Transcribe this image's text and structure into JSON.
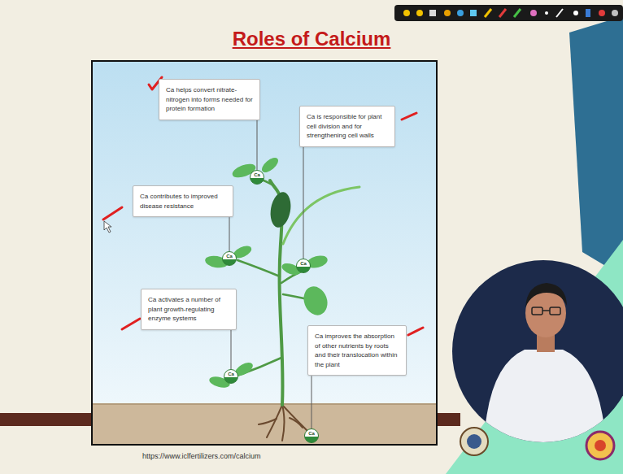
{
  "diagram": {
    "title": "Roles of Calcium",
    "nodes": [
      {
        "text": [
          "Ca helps convert nitrate-nitrogen into forms needed for protein formation"
        ]
      },
      {
        "text": [
          "Ca is responsible for plant cell division and for strengthening cell walls"
        ]
      },
      {
        "text": [
          "Ca"
        ]
      },
      {
        "text": [
          "Ca contributes to improved disease resistance"
        ]
      },
      {
        "text": [
          "Ca"
        ]
      },
      {
        "text": [
          "Ca"
        ]
      },
      {
        "text": [
          "Ca activates a number of plant growth-regulating enzyme systems"
        ]
      },
      {
        "text": [
          "Ca improves the absorption of other nutrients by roots and their translocation within the plant"
        ]
      },
      {
        "text": [
          "Ca"
        ]
      },
      {
        "text": [
          "Ca"
        ]
      }
    ],
    "edges": [
      {
        "from": 0,
        "to": 2,
        "arrow": "none"
      },
      {
        "from": 1,
        "to": 5,
        "arrow": "none"
      },
      {
        "from": 3,
        "to": 4,
        "arrow": "none"
      },
      {
        "from": 6,
        "to": 8,
        "arrow": "none"
      },
      {
        "from": 7,
        "to": 9,
        "arrow": "none"
      }
    ],
    "labels": [
      "https://www.iclfertilizers.com/calcium"
    ]
  }
}
